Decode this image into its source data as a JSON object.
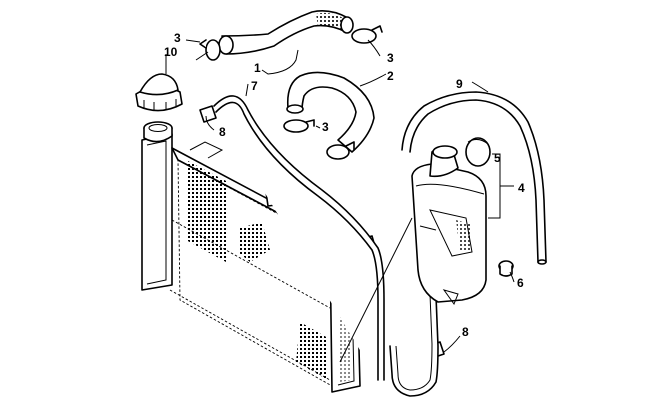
{
  "callouts": {
    "c1": "1",
    "c2": "2",
    "c3a": "3",
    "c3b": "3",
    "c3c": "3",
    "c4": "4",
    "c5": "5",
    "c6": "6",
    "c7": "7",
    "c8a": "8",
    "c8b": "8",
    "c9": "9",
    "c10": "10"
  }
}
